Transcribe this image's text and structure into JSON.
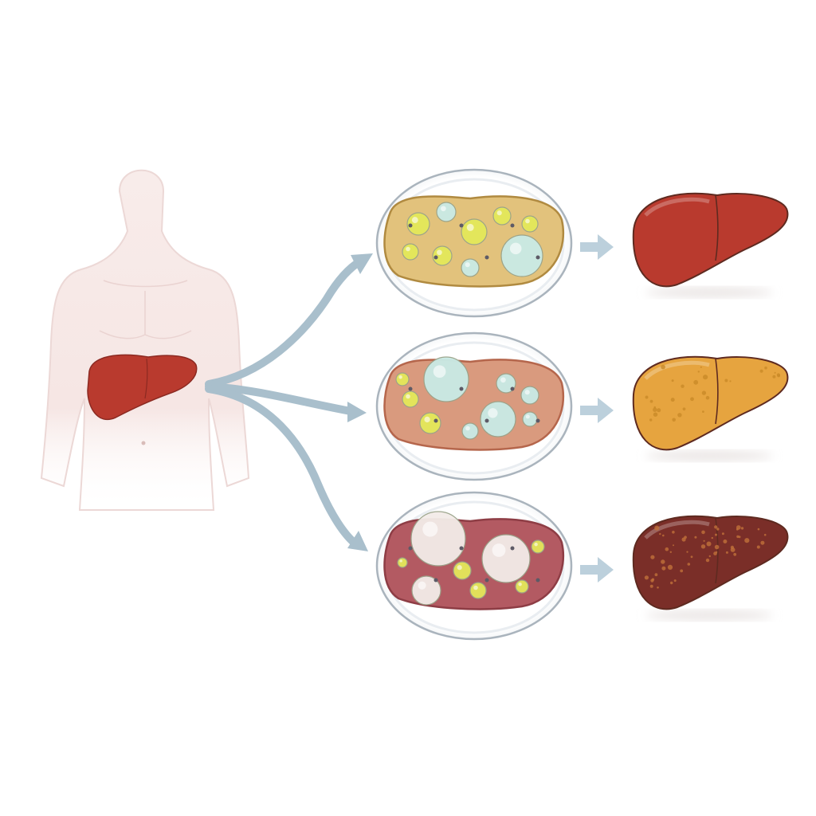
{
  "colors": {
    "background": "#ffffff",
    "body_skin": "#f6e6e4",
    "body_outline": "#e8d2d0",
    "flow_arrow": "#a9bfcc",
    "small_arrow": "#bcd0dc",
    "dish_rim": "#e9edf1",
    "dish_outline": "#aab4bd",
    "liver_healthy": "#b93a2e",
    "liver_fatty": "#e6a43f",
    "liver_cirrhotic": "#7a2e28",
    "fat_droplet_yellow": "#e4e85a",
    "fat_droplet_cyan": "#c9ebe6",
    "fat_droplet_white": "#f3ece8"
  },
  "stages": [
    {
      "id": "stage-1",
      "tissue_color": "#e2c27c",
      "tissue_outline": "#b08a40",
      "liver_color": "#b93a2e",
      "liver_spots": "none"
    },
    {
      "id": "stage-2",
      "tissue_color": "#d99a7e",
      "tissue_outline": "#b5664c",
      "liver_color": "#e6a43f",
      "liver_spots": "light"
    },
    {
      "id": "stage-3",
      "tissue_color": "#b35a62",
      "tissue_outline": "#8e3d45",
      "liver_color": "#7a2e28",
      "liver_spots": "dense"
    }
  ]
}
